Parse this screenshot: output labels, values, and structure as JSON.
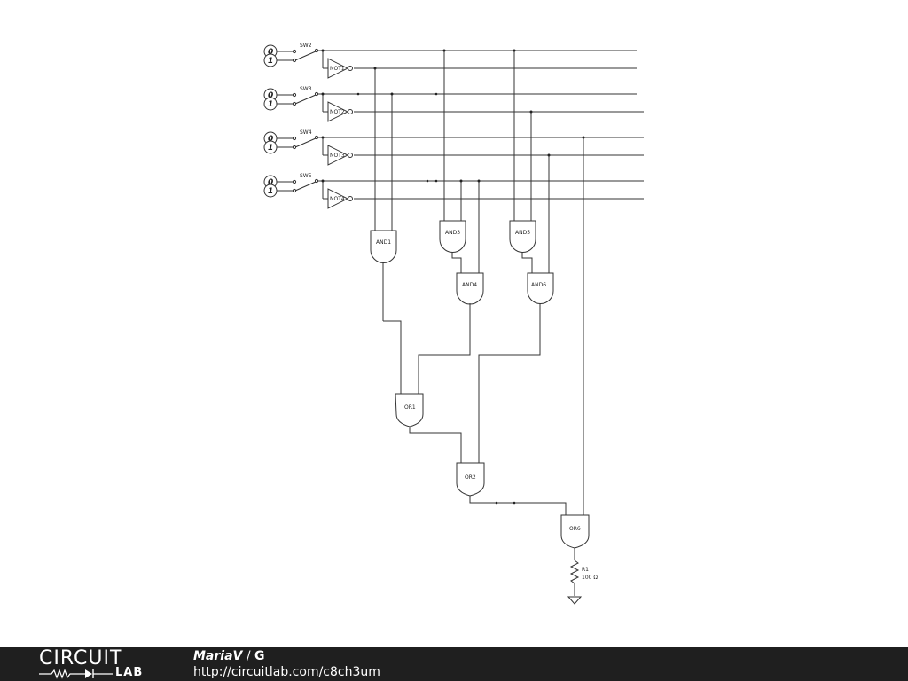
{
  "schematic": {
    "switches": [
      {
        "label": "SW2"
      },
      {
        "label": "SW3"
      },
      {
        "label": "SW4"
      },
      {
        "label": "SW5"
      }
    ],
    "switch_states": [
      "0",
      "1"
    ],
    "inverters": [
      {
        "label": "NOT1"
      },
      {
        "label": "NOT2"
      },
      {
        "label": "NOT3"
      },
      {
        "label": "NOT4"
      }
    ],
    "and_gates": [
      {
        "label": "AND1"
      },
      {
        "label": "AND3"
      },
      {
        "label": "AND5"
      },
      {
        "label": "AND4"
      },
      {
        "label": "AND6"
      }
    ],
    "or_gates": [
      {
        "label": "OR1"
      },
      {
        "label": "OR2"
      },
      {
        "label": "OR6"
      }
    ],
    "resistor": {
      "label": "R1",
      "value": "100 Ω"
    }
  },
  "footer": {
    "brand_top": "CIRCUIT",
    "brand_bottom": "LAB",
    "author": "MariaV",
    "separator": " / ",
    "title": "G",
    "url": "http://circuitlab.com/c8ch3um"
  }
}
